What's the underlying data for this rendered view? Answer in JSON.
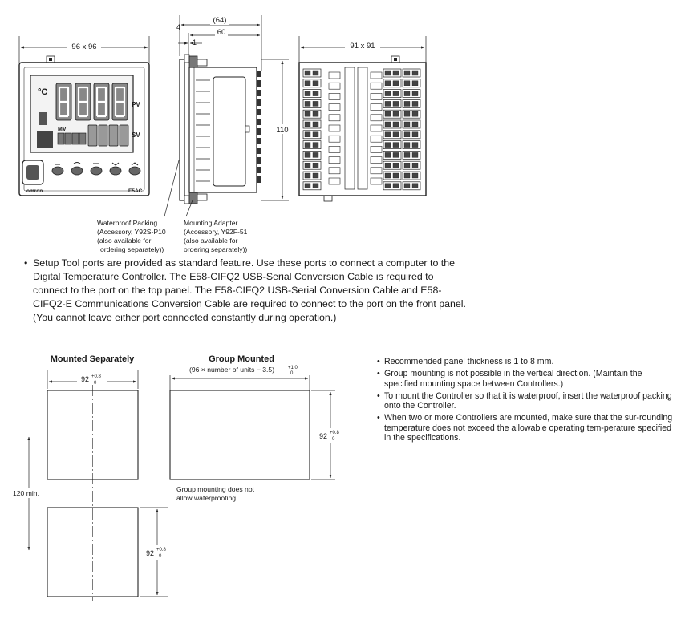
{
  "front_view": {
    "dim_label": "96 x 96",
    "pv_label": "PV",
    "sv_label": "SV",
    "mv_label": "MV",
    "unit_symbol": "°C",
    "brand": "omron",
    "model": "E5AC"
  },
  "side_view": {
    "dim_overall": "(64)",
    "dim_body": "60",
    "dim_4": "4",
    "dim_1": "1",
    "dim_height": "110",
    "packing_callout": [
      "Waterproof Packing",
      "(Accessory, Y92S-P10",
      "(also available for",
      "ordering separately))"
    ],
    "adapter_callout": [
      "Mounting Adapter",
      "(Accessory, Y92F-51",
      "(also available for",
      "ordering separately))"
    ]
  },
  "rear_view": {
    "dim_label": "91 x 91"
  },
  "paragraph": {
    "bullet": "•",
    "lines": [
      "Setup Tool ports are provided as standard feature. Use these ports to connect a computer to the",
      "Digital Temperature Controller. The E58-CIFQ2 USB-Serial Conversion Cable is required to",
      "connect to the port on the top panel. The E58-CIFQ2 USB-Serial Conversion Cable and E58-",
      "CIFQ2-E Communications Conversion Cable are required to connect to the port on the front panel.",
      "(You cannot leave either port connected constantly during operation.)"
    ]
  },
  "cutout_separate": {
    "title": "Mounted Separately",
    "width_label": "92",
    "width_tol_upper": "+0.8",
    "width_tol_lower": "0",
    "spacing_label": "120 min.",
    "height_label": "92",
    "height_tol_upper": "+0.8",
    "height_tol_lower": "0"
  },
  "cutout_group": {
    "title": "Group Mounted",
    "formula": "(96 × number of units − 3.5)",
    "formula_tol_upper": "+1.0",
    "formula_tol_lower": "0",
    "height_label": "92",
    "height_tol_upper": "+0.8",
    "height_tol_lower": "0",
    "note_lines": [
      "Group mounting does not",
      "allow waterproofing."
    ]
  },
  "notes": [
    "Recommended panel thickness is 1 to 8 mm.",
    "Group mounting is not possible in the vertical direction. (Maintain the specified mounting space between Controllers.)",
    "To mount the Controller so that it is waterproof, insert the waterproof packing onto the Controller.",
    "When two or more Controllers are mounted, make sure that the sur-rounding temperature does not exceed the allowable operating tem-perature specified in the specifications."
  ]
}
